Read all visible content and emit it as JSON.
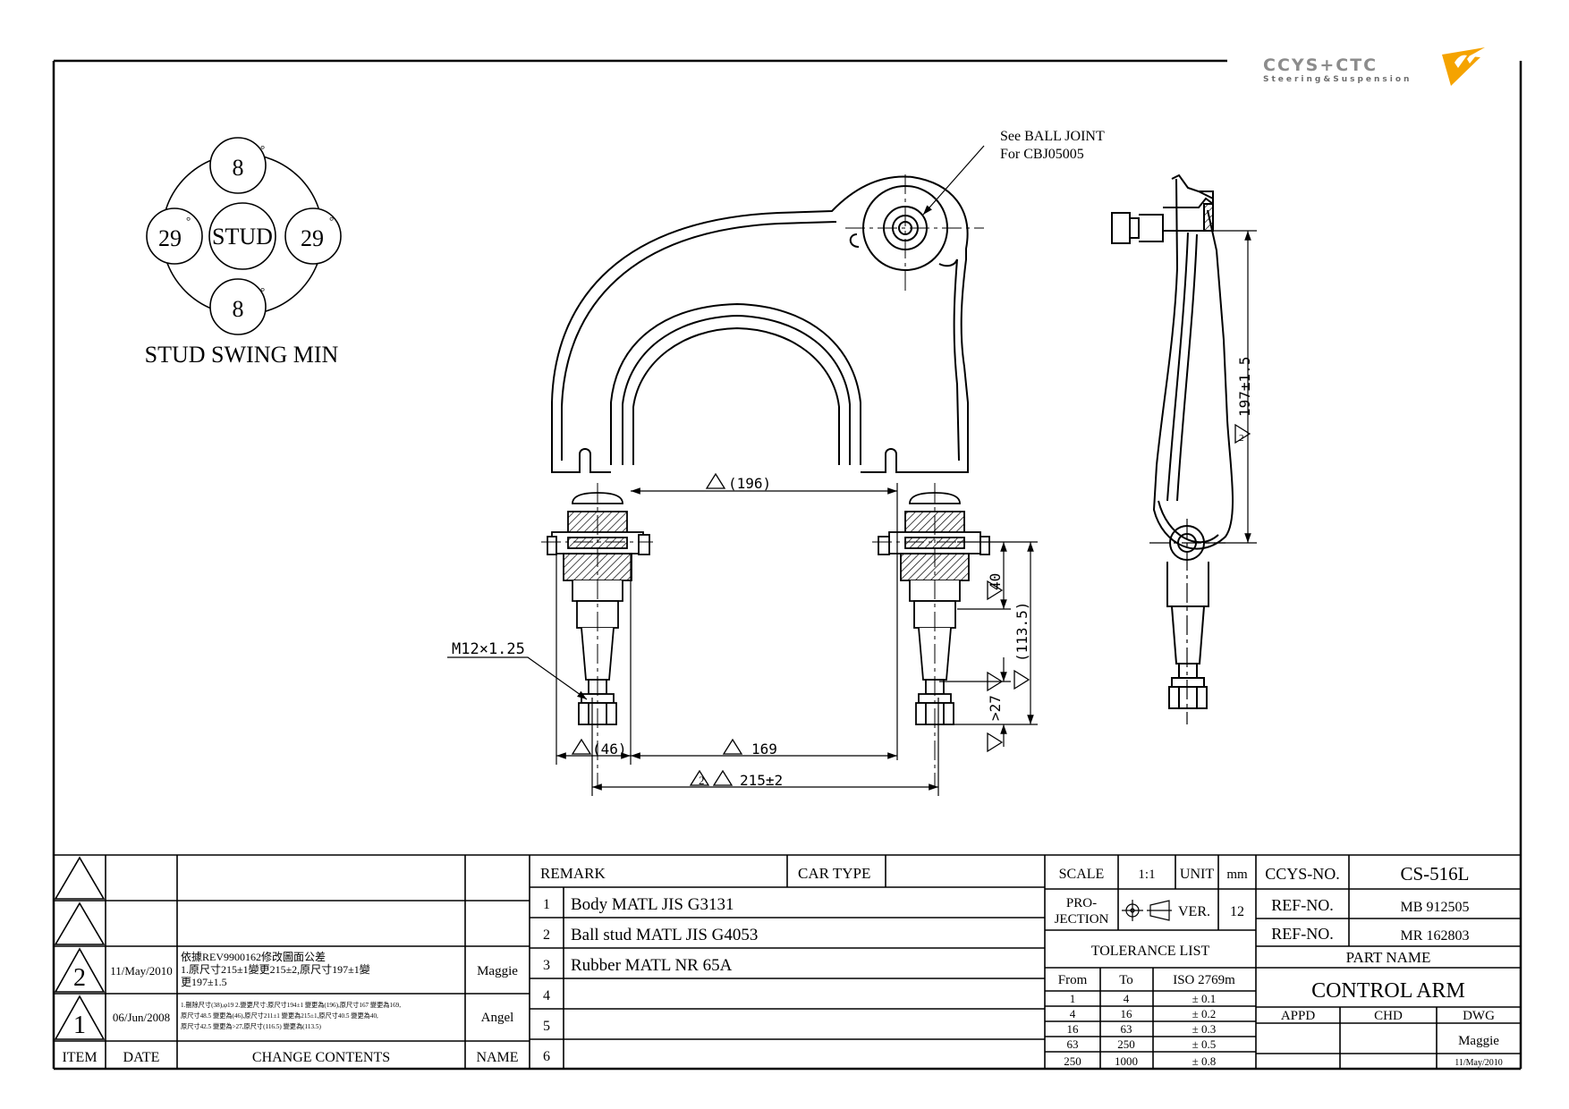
{
  "logo": {
    "brand": "CCYS+CTC",
    "tagline": "Steering&Suspension"
  },
  "stud_swing": {
    "top": "8",
    "bottom": "8",
    "left": "29",
    "right": "29",
    "center": "STUD",
    "degree_mark": "°",
    "caption": "STUD SWING MIN"
  },
  "drawing": {
    "note_line1": "See BALL JOINT",
    "note_line2": "For CBJ05005",
    "dim_196": "(196)",
    "dim_46": "(46)",
    "dim_169": "169",
    "dim_215": "215±2",
    "dim_40": "40",
    "dim_113": "(113.5)",
    "dim_27": ">27",
    "dim_197": "197±1.5",
    "thread": "M12×1.25",
    "rev_mark": "2"
  },
  "revisions": {
    "rows": [
      {
        "item": "",
        "date": "",
        "content_1": "",
        "content_2": "",
        "content_3": "",
        "name": ""
      },
      {
        "item": "",
        "date": "",
        "content_1": "",
        "content_2": "",
        "content_3": "",
        "name": ""
      },
      {
        "item": "2",
        "date": "11/May/2010",
        "content_1": "依據REV9900162修改圖面公差",
        "content_2": "1.原尺寸215±1變更215±2,原尺寸197±1變",
        "content_3": "更197±1.5",
        "name": "Maggie"
      },
      {
        "item": "1",
        "date": "06/Jun/2008",
        "content_1": "1.刪除尺寸(38),φ19 2.變更尺寸:原尺寸194±1 變更為(196),原尺寸167 變更為169,",
        "content_2": "原尺寸48.5 變更為(46),原尺寸211±1 變更為215±1,原尺寸40.5 變更為40,",
        "content_3": "原尺寸42.5 變更為>27,原尺寸(116.5) 變更為(113.5)",
        "name": "Angel"
      }
    ],
    "headers": {
      "item": "ITEM",
      "date": "DATE",
      "content": "CHANGE CONTENTS",
      "name": "NAME"
    }
  },
  "remarks": {
    "header": "REMARK",
    "car_type_label": "CAR TYPE",
    "car_type_value": "",
    "items": [
      {
        "no": "1",
        "text": "Body MATL JIS G3131"
      },
      {
        "no": "2",
        "text": "Ball stud MATL JIS G4053"
      },
      {
        "no": "3",
        "text": "Rubber MATL NR 65A"
      },
      {
        "no": "4",
        "text": ""
      },
      {
        "no": "5",
        "text": ""
      },
      {
        "no": "6",
        "text": ""
      }
    ]
  },
  "title_block": {
    "scale_label": "SCALE",
    "scale_value": "1:1",
    "unit_label": "UNIT",
    "unit_value": "mm",
    "projection_label_1": "PRO-",
    "projection_label_2": "JECTION",
    "ver_label": "VER.",
    "ver_value": "12",
    "tolerance_title": "TOLERANCE LIST",
    "tolerance_headers": {
      "from": "From",
      "to": "To",
      "std": "ISO 2769m"
    },
    "tolerance_rows": [
      {
        "from": "1",
        "to": "4",
        "tol": "± 0.1"
      },
      {
        "from": "4",
        "to": "16",
        "tol": "± 0.2"
      },
      {
        "from": "16",
        "to": "63",
        "tol": "± 0.3"
      },
      {
        "from": "63",
        "to": "250",
        "tol": "± 0.5"
      },
      {
        "from": "250",
        "to": "1000",
        "tol": "± 0.8"
      }
    ],
    "ccys_no_label": "CCYS-NO.",
    "ccys_no_value": "CS-516L",
    "ref_no_label_1": "REF-NO.",
    "ref_no_value_1": "MB 912505",
    "ref_no_label_2": "REF-NO.",
    "ref_no_value_2": "MR 162803",
    "part_name_label": "PART NAME",
    "part_name_value": "CONTROL ARM",
    "appd_label": "APPD",
    "chd_label": "CHD",
    "dwg_label": "DWG",
    "appd_value": "",
    "chd_value": "",
    "dwg_value": "Maggie",
    "dwg_date": "11/May/2010"
  }
}
